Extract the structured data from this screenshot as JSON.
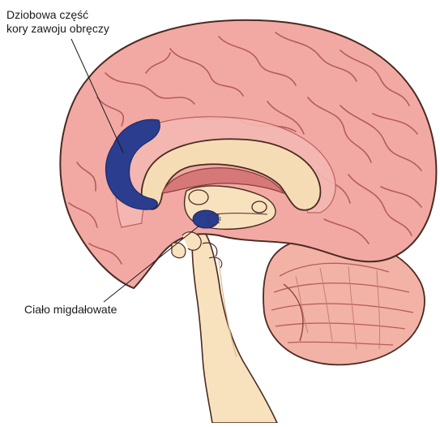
{
  "labels": {
    "acc_line1": "Dziobowa część",
    "acc_line2": "kory zawoju obręczy",
    "amygdala": "Ciało migdałowate"
  },
  "colors": {
    "cortex": "#f2a9a4",
    "cortex_dark": "#d8837f",
    "gyrus_line": "#b65b5b",
    "highlight": "#2a3d8f",
    "brainstem": "#f8e2be",
    "corpus_callosum": "#f5dcb5",
    "ventricle": "#d67878",
    "cerebellum": "#f3b2a6",
    "outline": "#4a2a22"
  }
}
